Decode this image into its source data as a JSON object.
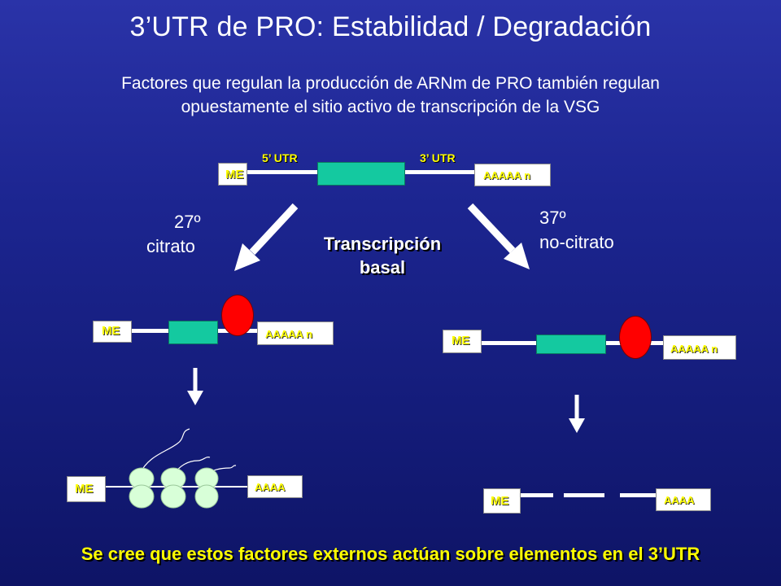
{
  "slide": {
    "title": "3’UTR de PRO: Estabilidad  / Degradación",
    "subtitle_line1": "Factores que regulan la producción de ARNm de PRO también regulan",
    "subtitle_line2": "opuestamente el sitio activo de transcripción de la VSG",
    "footer": "Se cree que estos factores externos actúan sobre elementos en el 3’UTR"
  },
  "top_construct": {
    "utr5_label": "5’ UTR",
    "utr3_label": "3’ UTR",
    "me_label": "ME",
    "polya_label": "AAAAA n"
  },
  "left_branch": {
    "temp": "27º",
    "condition": "citrato",
    "me_label": "ME",
    "polya_label": "AAAAA n",
    "bottom_me_label": "ME",
    "bottom_polya_label": "AAAA"
  },
  "right_branch": {
    "temp": "37º",
    "condition": "no-citrato",
    "me_label": "ME",
    "polya_label": "AAAAA n",
    "bottom_me_label": "ME",
    "bottom_polya_label": "AAAA"
  },
  "center": {
    "line1": "Transcripción",
    "line2": "basal"
  },
  "colors": {
    "background": "#1c2590",
    "coding_region": "#14c9a0",
    "protein": "#ff0000",
    "ribosome": "#d8ffd8",
    "label_yellow": "#ffff00"
  }
}
